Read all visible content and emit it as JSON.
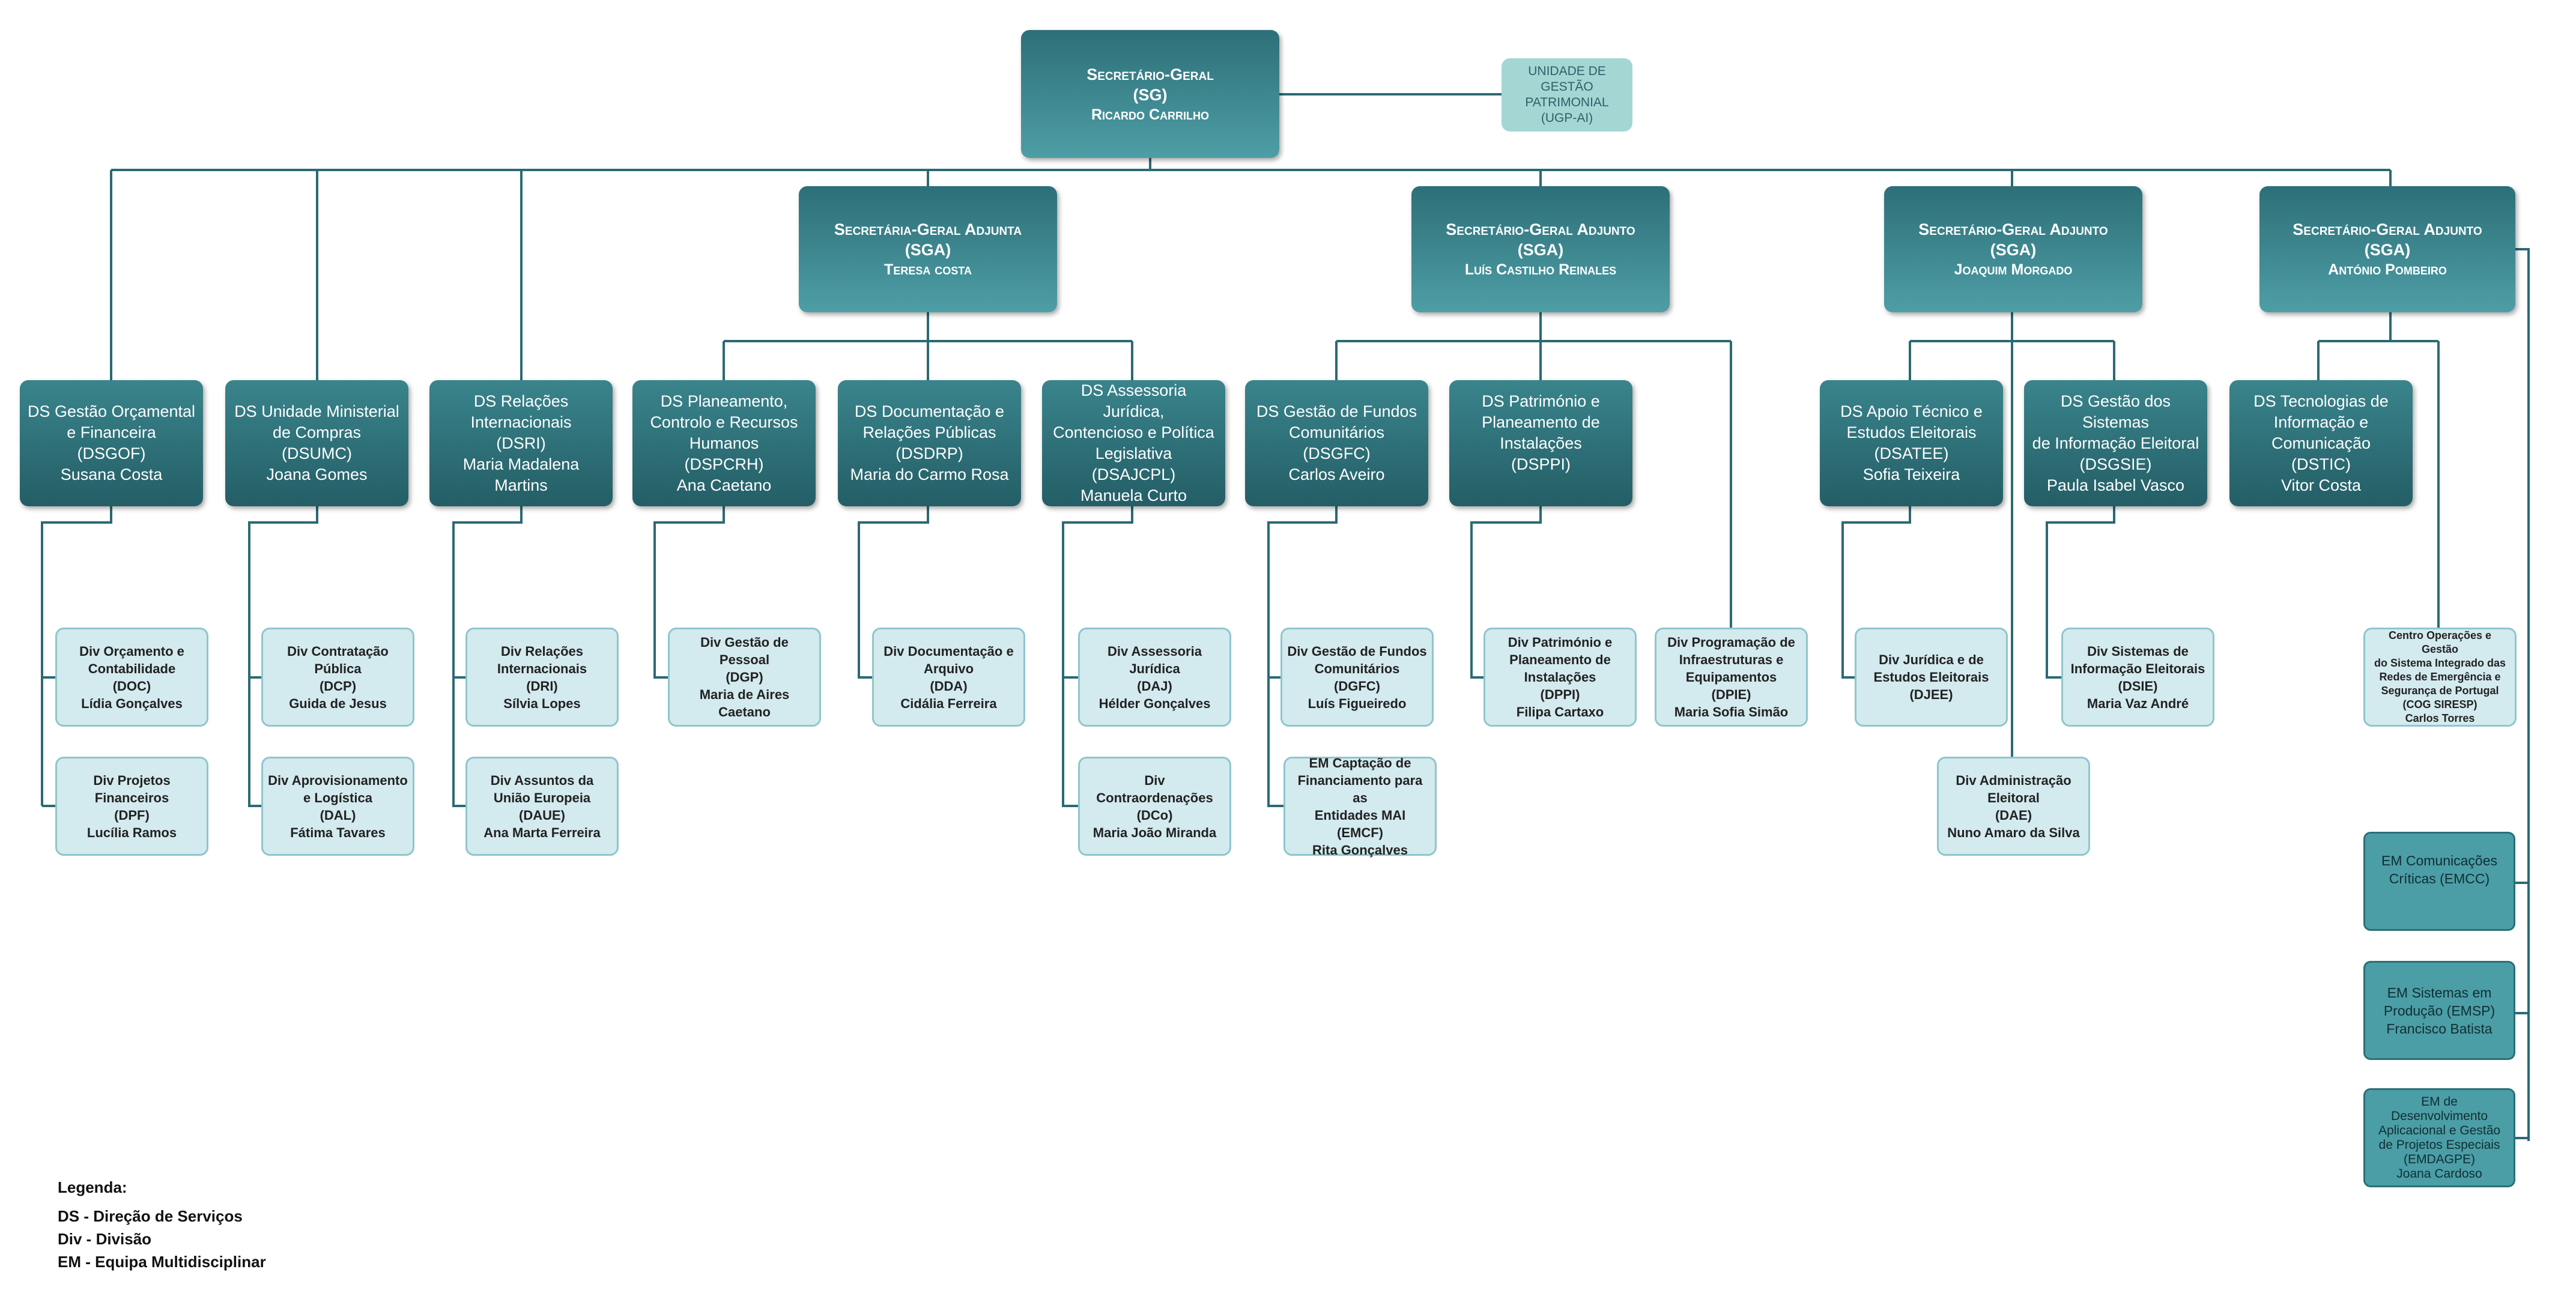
{
  "sg": {
    "line1": "Secretário-Geral",
    "line2": "(SG)",
    "line3": "Ricardo Carrilho"
  },
  "ugp": {
    "line1": "UNIDADE DE",
    "line2": "GESTÃO",
    "line3": "PATRIMONIAL",
    "line4": "(UGP-AI)"
  },
  "sga": [
    {
      "line1": "Secretária-Geral Adjunta",
      "line2": "(SGA)",
      "line3": "Teresa costa"
    },
    {
      "line1": "Secretário-Geral Adjunto",
      "line2": "(SGA)",
      "line3": "Luís Castilho Reinales"
    },
    {
      "line1": "Secretário-Geral Adjunto",
      "line2": "(SGA)",
      "line3": "Joaquim Morgado"
    },
    {
      "line1": "Secretário-Geral Adjunto",
      "line2": "(SGA)",
      "line3": "António Pombeiro"
    }
  ],
  "ds": [
    {
      "lines": [
        "DS Gestão Orçamental",
        "e Financeira",
        "(DSGOF)",
        "Susana Costa"
      ]
    },
    {
      "lines": [
        "DS Unidade Ministerial",
        "de Compras",
        "(DSUMC)",
        "Joana Gomes"
      ]
    },
    {
      "lines": [
        "DS Relações",
        "Internacionais",
        "(DSRI)",
        "Maria Madalena",
        "Martins"
      ]
    },
    {
      "lines": [
        "DS Planeamento,",
        "Controlo e Recursos",
        "Humanos",
        "(DSPCRH)",
        "Ana Caetano"
      ]
    },
    {
      "lines": [
        "DS Documentação e",
        "Relações Públicas",
        "(DSDRP)",
        "Maria do Carmo Rosa"
      ]
    },
    {
      "lines": [
        "DS Assessoria Jurídica,",
        "Contencioso e Política",
        "Legislativa",
        "(DSAJCPL)",
        "Manuela Curto"
      ]
    },
    {
      "lines": [
        "DS Gestão de Fundos",
        "Comunitários",
        "(DSGFC)",
        "Carlos Aveiro"
      ]
    },
    {
      "lines": [
        "DS Património e",
        "Planeamento de",
        "Instalações",
        "(DSPPI)"
      ]
    },
    {
      "lines": [
        "DS Apoio Técnico e",
        "Estudos Eleitorais",
        "(DSATEE)",
        "Sofia Teixeira"
      ]
    },
    {
      "lines": [
        "DS Gestão dos Sistemas",
        "de Informação Eleitoral",
        "(DSGSIE)",
        "Paula Isabel Vasco"
      ]
    },
    {
      "lines": [
        "DS Tecnologias de",
        "Informação e",
        "Comunicação",
        "(DSTIC)",
        "Vitor Costa"
      ]
    }
  ],
  "divs": [
    {
      "lines": [
        "Div Orçamento e",
        "Contabilidade",
        "(DOC)",
        "Lídia Gonçalves"
      ]
    },
    {
      "lines": [
        "Div Projetos",
        "Financeiros",
        "(DPF)",
        "Lucília Ramos"
      ]
    },
    {
      "lines": [
        "Div Contratação",
        "Pública",
        "(DCP)",
        "Guida de Jesus"
      ]
    },
    {
      "lines": [
        "Div Aprovisionamento",
        "e Logística",
        "(DAL)",
        "Fátima Tavares"
      ]
    },
    {
      "lines": [
        "Div Relações",
        "Internacionais",
        "(DRI)",
        "Sílvia Lopes"
      ]
    },
    {
      "lines": [
        "Div Assuntos da",
        "União Europeia",
        "(DAUE)",
        "Ana Marta Ferreira"
      ]
    },
    {
      "lines": [
        "Div Gestão de Pessoal",
        "(DGP)",
        "Maria de Aires Caetano"
      ]
    },
    {
      "lines": [
        "Div Documentação e",
        "Arquivo",
        "(DDA)",
        "Cidália Ferreira"
      ]
    },
    {
      "lines": [
        "Div Assessoria Jurídica",
        "(DAJ)",
        "Hélder Gonçalves"
      ]
    },
    {
      "lines": [
        "Div Contraordenações",
        "(DCo)",
        "Maria João Miranda"
      ]
    },
    {
      "lines": [
        "Div Gestão de Fundos",
        "Comunitários",
        "(DGFC)",
        "Luís Figueiredo"
      ]
    },
    {
      "lines": [
        "EM Captação de",
        "Financiamento para as",
        "Entidades MAI",
        "(EMCF)",
        "Rita Gonçalves"
      ]
    },
    {
      "lines": [
        "Div Património e",
        "Planeamento de",
        "Instalações",
        "(DPPI)",
        "Filipa Cartaxo"
      ]
    },
    {
      "lines": [
        "Div Programação de",
        "Infraestruturas e",
        "Equipamentos",
        "(DPIE)",
        "Maria Sofia Simão"
      ]
    },
    {
      "lines": [
        "Div Jurídica e de",
        "Estudos Eleitorais",
        "(DJEE)"
      ]
    },
    {
      "lines": [
        "Div Administração",
        "Eleitoral",
        "(DAE)",
        "Nuno Amaro da Silva"
      ]
    },
    {
      "lines": [
        "Div Sistemas de",
        "Informação Eleitorais",
        "(DSIE)",
        "Maria Vaz André"
      ]
    },
    {
      "lines": [
        "Centro Operações e Gestão",
        "do Sistema Integrado das",
        "Redes de Emergência e",
        "Segurança de Portugal",
        "(COG SIRESP)",
        "Carlos Torres"
      ]
    }
  ],
  "em": [
    {
      "lines": [
        "EM Comunicações",
        "Críticas (EMCC)"
      ]
    },
    {
      "lines": [
        "EM Sistemas em",
        "Produção (EMSP)",
        "Francisco Batista"
      ]
    },
    {
      "lines": [
        "EM de",
        "Desenvolvimento",
        "Aplicacional e Gestão",
        "de Projetos Especiais",
        "(EMDAGPE)",
        "Joana Cardoso"
      ]
    }
  ],
  "legend": {
    "title": "Legenda:",
    "items": [
      "DS - Direção de Serviços",
      "Div - Divisão",
      "EM - Equipa Multidisciplinar"
    ]
  },
  "colors": {
    "connector": "#2b6a73",
    "top_box": "#3c8d96",
    "ds_box": "#2f747c",
    "div_box": "#d3eaee",
    "em_box": "#4b9ea6"
  }
}
